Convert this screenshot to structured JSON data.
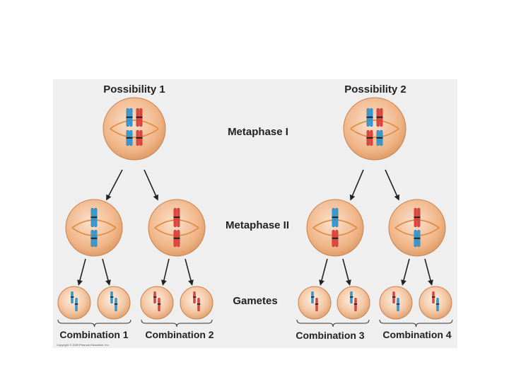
{
  "titles": {
    "possibility_1": "Possibility 1",
    "possibility_2": "Possibility 2"
  },
  "stages": {
    "metaphase_1": "Metaphase I",
    "metaphase_2": "Metaphase II",
    "gametes": "Gametes"
  },
  "combinations": [
    "Combination 1",
    "Combination 2",
    "Combination 3",
    "Combination 4"
  ],
  "copyright": "Copyright © 2009 Pearson Education, Inc.",
  "colors": {
    "cell_fill": "#f2b98c",
    "cell_edge": "#c9824e",
    "spindle": "#e08a3c",
    "chromosome_blue": "#2f9ad8",
    "chromosome_red": "#e4413a",
    "arrow": "#222222"
  }
}
